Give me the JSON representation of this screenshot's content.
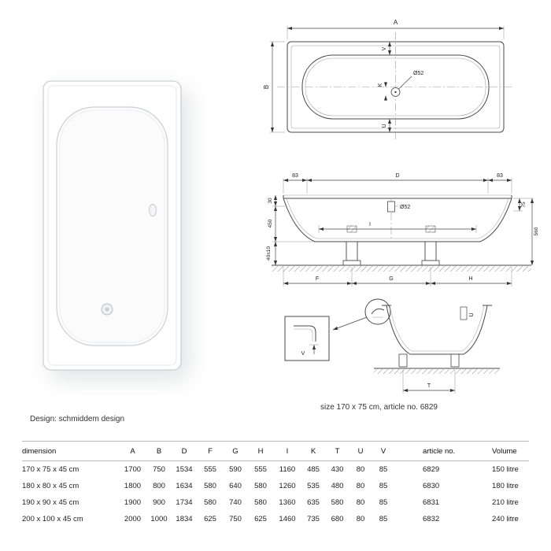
{
  "captions": {
    "design": "Design: schmiddem design",
    "size": "size 170 x 75 cm, article no. 6829"
  },
  "drawings": {
    "top_view": {
      "dim_a": "A",
      "dim_b": "B",
      "dim_v": "V",
      "dim_u": "U",
      "dim_k": "K",
      "drain_label": "Ø52"
    },
    "section_view": {
      "dim_83_left": "83",
      "dim_d": "D",
      "dim_83_right": "83",
      "dim_30": "30",
      "dim_450": "450",
      "dim_40": "40±10",
      "dim_75": "75",
      "dim_560": "560",
      "dim_i": "I",
      "drain_label": "Ø52",
      "dim_f": "F",
      "dim_g": "G",
      "dim_h": "H"
    },
    "detail_view": {
      "dim_v": "V",
      "dim_u": "U",
      "dim_t": "T"
    }
  },
  "table": {
    "headers": [
      "dimension",
      "A",
      "B",
      "D",
      "F",
      "G",
      "H",
      "I",
      "K",
      "T",
      "U",
      "V",
      "article no.",
      "Volume"
    ],
    "rows": [
      {
        "cells": [
          "170 x 75 x 45 cm",
          "1700",
          "750",
          "1534",
          "555",
          "590",
          "555",
          "1160",
          "485",
          "430",
          "80",
          "85",
          "6829",
          "150 litre"
        ]
      },
      {
        "cells": [
          "180 x 80 x 45 cm",
          "1800",
          "800",
          "1634",
          "580",
          "640",
          "580",
          "1260",
          "535",
          "480",
          "80",
          "85",
          "6830",
          "180 litre"
        ]
      },
      {
        "cells": [
          "190 x 90 x 45 cm",
          "1900",
          "900",
          "1734",
          "580",
          "740",
          "580",
          "1360",
          "635",
          "580",
          "80",
          "85",
          "6831",
          "210 litre"
        ]
      },
      {
        "cells": [
          "200 x 100 x 45 cm",
          "2000",
          "1000",
          "1834",
          "625",
          "750",
          "625",
          "1460",
          "735",
          "680",
          "80",
          "85",
          "6832",
          "240 litre"
        ]
      }
    ]
  }
}
